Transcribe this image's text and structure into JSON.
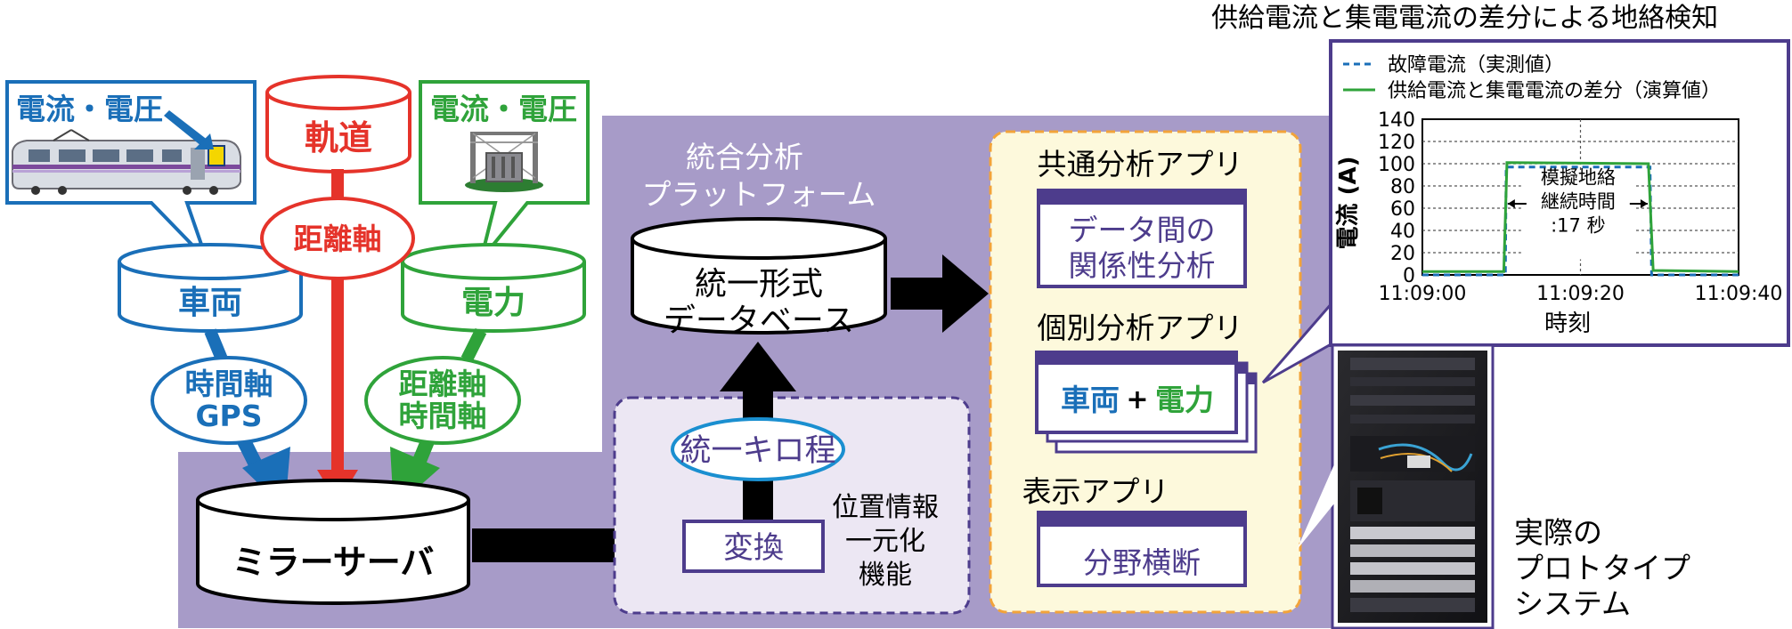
{
  "colors": {
    "vehicle_blue": "#1a6fb8",
    "track_red": "#e5332a",
    "power_green": "#2fa33a",
    "platform_purple": "#a79bc8",
    "inner_purple": "#4d3c8c",
    "arrow_black": "#000000",
    "app_panel_fill": "#fdf9dc",
    "app_panel_border": "#f2a33a",
    "chart_green": "#2fa33a",
    "chart_blue": "#1a6fb8"
  },
  "icons": [
    "train-icon",
    "substation-icon",
    "server-rack-photo"
  ],
  "sources": {
    "vehicle": {
      "box_label": "電流・電圧",
      "db": "車両",
      "axis": [
        "時間軸",
        "GPS"
      ]
    },
    "track": {
      "db": "軌道",
      "axis": "距離軸"
    },
    "power": {
      "box_label": "電流・電圧",
      "db": "電力",
      "axis": [
        "距離軸",
        "時間軸"
      ]
    }
  },
  "mirror_server": "ミラーサーバ",
  "platform": {
    "title": [
      "統合分析",
      "プラットフォーム"
    ],
    "unified_db": [
      "統一形式",
      "データベース"
    ],
    "position": {
      "kilometrage": "統一キロ程",
      "convert": "変換",
      "function": [
        "位置情報",
        "一元化",
        "機能"
      ]
    }
  },
  "apps": {
    "common_title": "共通分析アプリ",
    "common_box": [
      "データ間の",
      "関係性分析"
    ],
    "individual_title": "個別分析アプリ",
    "individual_box": {
      "left": "車両",
      "plus": "+",
      "right": "電力"
    },
    "display_title": "表示アプリ",
    "display_box": "分野横断"
  },
  "prototype": [
    "実際の",
    "プロトタイプ",
    "システム"
  ],
  "chart_data": {
    "type": "line",
    "title": "供給電流と集電電流の差分による地絡検知",
    "ylabel": "電流 (A)",
    "xlabel": "時刻",
    "ylim": [
      0,
      140
    ],
    "xlim": [
      0,
      40
    ],
    "yticks": [
      0,
      20,
      40,
      60,
      80,
      100,
      120,
      140
    ],
    "xticks": [
      {
        "value": 0,
        "label": "11:09:00"
      },
      {
        "value": 20,
        "label": "11:09:20"
      },
      {
        "value": 40,
        "label": "11:09:40"
      }
    ],
    "grid": true,
    "legend": "top",
    "series": [
      {
        "name": "故障電流（実測値）",
        "style": "dashed",
        "color": "#1a6fb8",
        "x": [
          0,
          10.5,
          10.6,
          28.8,
          29,
          40
        ],
        "y": [
          0,
          0,
          97,
          97,
          0,
          0
        ]
      },
      {
        "name": "供給電流と集電電流の差分（演算値）",
        "style": "solid",
        "color": "#2fa33a",
        "x": [
          0,
          10.3,
          10.7,
          28.6,
          29.2,
          40
        ],
        "y": [
          3,
          3,
          101,
          100,
          4,
          3
        ]
      }
    ],
    "annotations": [
      "模擬地絡",
      "継続時間",
      ":17 秒"
    ]
  }
}
